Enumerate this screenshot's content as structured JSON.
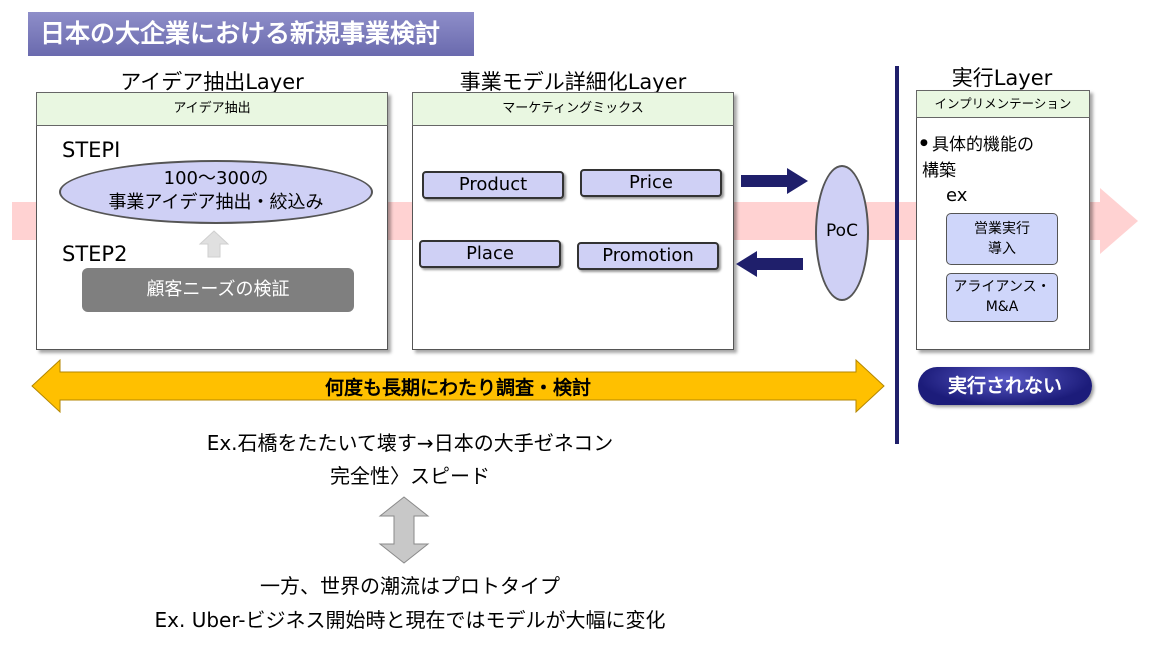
{
  "title": "日本の大企業における新規事業検討",
  "layers": {
    "idea": {
      "title": "アイデア抽出Layer",
      "panel_header": "アイデア抽出",
      "step1_label": "STEPⅠ",
      "step1_line1": "100～300の",
      "step1_line2": "事業アイデア抽出・絞込み",
      "step2_label": "STEP2",
      "step2_box": "顧客ニーズの検証"
    },
    "model": {
      "title": "事業モデル詳細化Layer",
      "panel_header": "マーケティングミックス",
      "product": "Product",
      "price": "Price",
      "place": "Place",
      "promotion": "Promotion"
    },
    "execute": {
      "title": "実行Layer",
      "panel_header": "インプリメンテーション",
      "bullet": "●",
      "line1": "具体的機能の",
      "line2": "構築",
      "ex_label": "ex",
      "btn1_line1": "営業実行",
      "btn1_line2": "導入",
      "btn2_line1": "アライアンス・",
      "btn2_line2": "M&A",
      "not_executed": "実行されない"
    }
  },
  "poc": "PoC",
  "long_arrow_label": "何度も長期にわたり調査・検討",
  "notes": {
    "line1": "Ex.石橋をたたいて壊す→日本の大手ゼネコン",
    "line2": "完全性〉スピード",
    "line3": "一方、世界の潮流はプロトタイプ",
    "line4": "Ex. Uber-ビジネス開始時と現在ではモデルが大幅に変化"
  },
  "colors": {
    "banner": "#7b7bbe",
    "band": "#ffd2d2",
    "panel_header": "#e9f7e1",
    "mix_button": "#cfd0f5",
    "navy": "#1f1f6b",
    "gold": "#ffc000"
  }
}
